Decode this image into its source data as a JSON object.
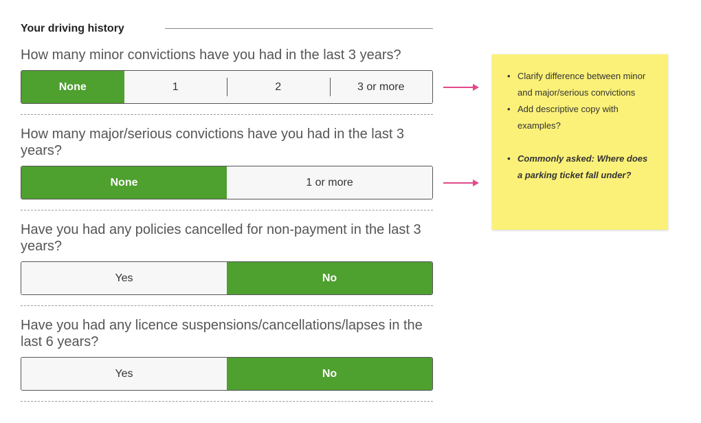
{
  "section": {
    "title": "Your driving history"
  },
  "questions": [
    {
      "text": "How many minor convictions have you had in the last 3 years?",
      "options": [
        "None",
        "1",
        "2",
        "3 or more"
      ],
      "selected": "None"
    },
    {
      "text": "How many major/serious convictions have you had in the last 3 years?",
      "options": [
        "None",
        "1 or more"
      ],
      "selected": "None"
    },
    {
      "text": "Have you had any policies cancelled for non-payment in the last 3 years?",
      "options": [
        "Yes",
        "No"
      ],
      "selected": "No"
    },
    {
      "text": "Have you had any licence suspensions/cancellations/lapses in the last 6 years?",
      "options": [
        "Yes",
        "No"
      ],
      "selected": "No"
    }
  ],
  "note": {
    "items": [
      "Clarify difference between minor and major/serious convictions",
      "Add descriptive copy with examples?",
      "Commonly asked: Where does a parking ticket fall under?"
    ]
  },
  "colors": {
    "selected": "#4ea02f",
    "arrow": "#e04a8a",
    "note": "#fbf178"
  }
}
